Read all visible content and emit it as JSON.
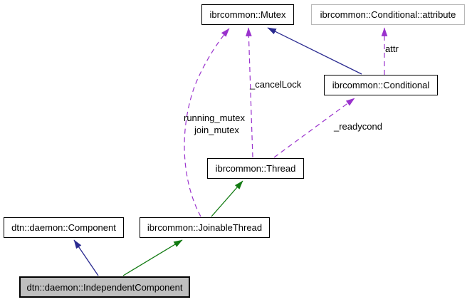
{
  "diagram": {
    "type": "uml-collaboration-graph",
    "nodes": {
      "mutex": {
        "label": "ibrcommon::Mutex"
      },
      "conditional_attribute": {
        "label": "ibrcommon::Conditional::attribute"
      },
      "conditional": {
        "label": "ibrcommon::Conditional"
      },
      "thread": {
        "label": "ibrcommon::Thread"
      },
      "joinable_thread": {
        "label": "ibrcommon::JoinableThread"
      },
      "component": {
        "label": "dtn::daemon::Component"
      },
      "independent_component": {
        "label": "dtn::daemon::IndependentComponent"
      }
    },
    "edge_labels": {
      "cancel_lock": "_cancelLock",
      "running_mutex": "running_mutex",
      "join_mutex": "join_mutex",
      "readycond": "_readycond",
      "attr": "attr"
    },
    "colors": {
      "inheritance_public": "#2a2a90",
      "inheritance_protected": "#117a11",
      "usage": "#9a32cd",
      "node_border": "#000000",
      "attribute_node_border": "#b8b8b8",
      "current_node_fill": "#bfbfbf",
      "background": "#ffffff"
    }
  }
}
